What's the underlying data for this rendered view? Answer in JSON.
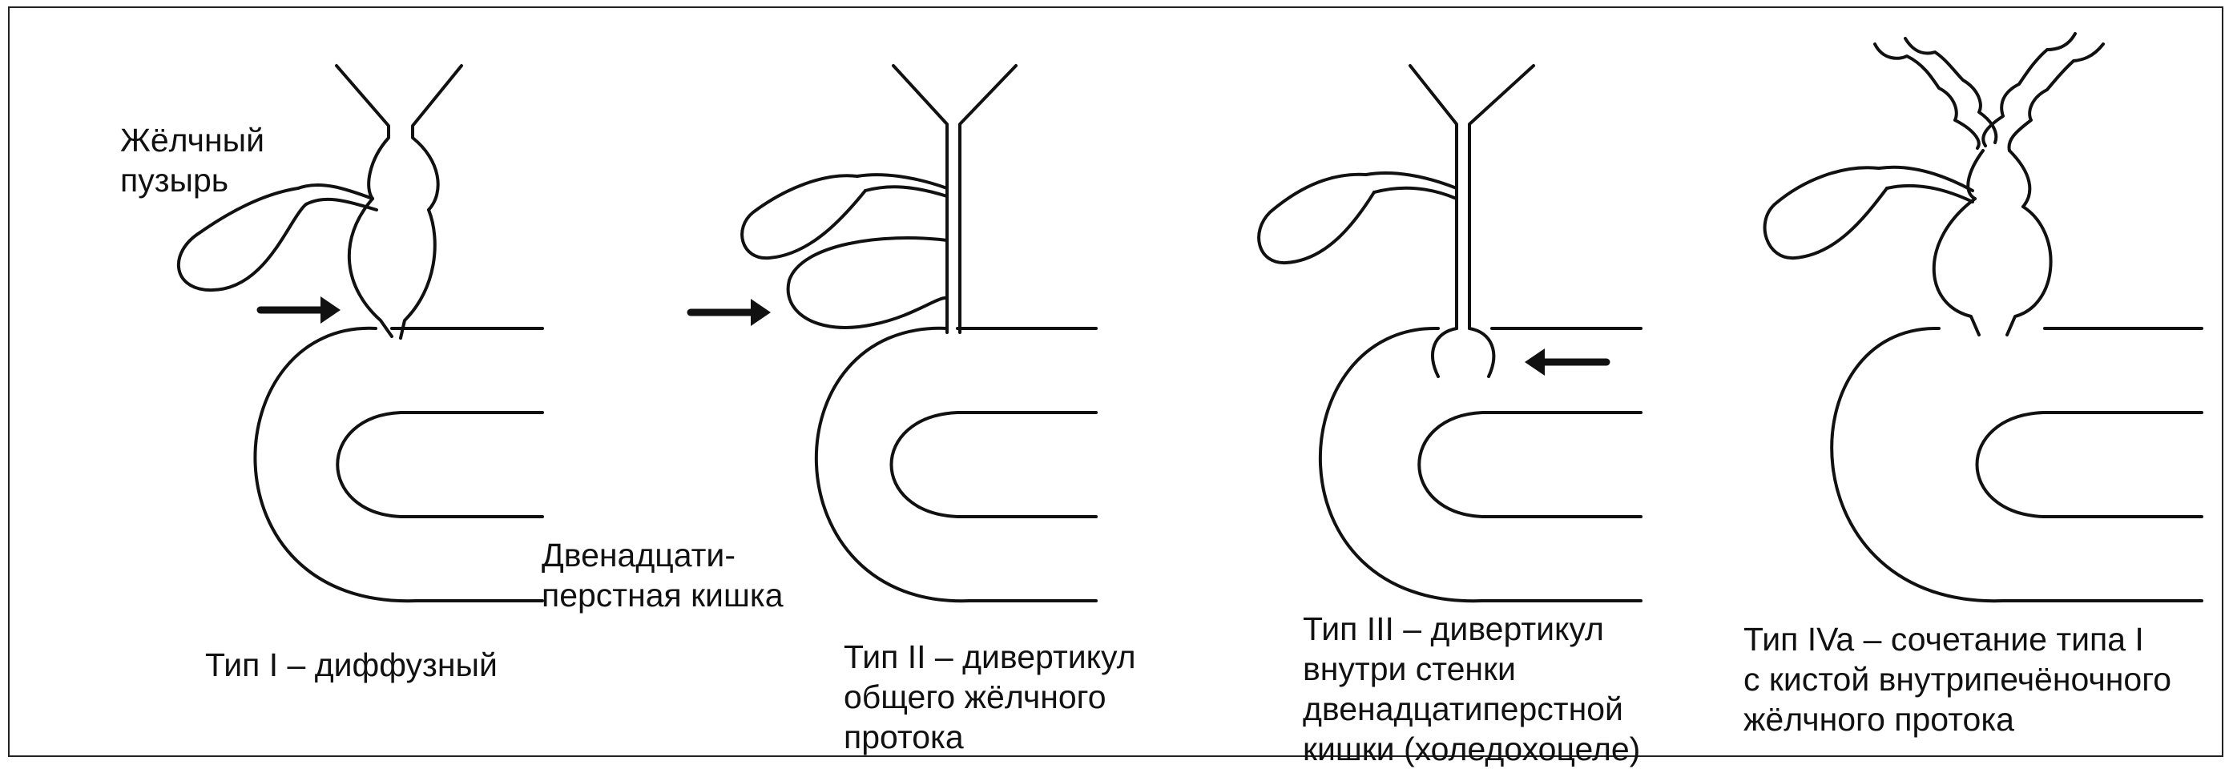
{
  "labels": {
    "gallbladder": [
      "Жёлчный",
      "пузырь"
    ],
    "duodenum": [
      "Двенадцати-",
      "перстная кишка"
    ]
  },
  "panels": [
    {
      "type": "Тип I",
      "caption": [
        "Тип  I – диффузный"
      ]
    },
    {
      "type": "Тип II",
      "caption": [
        "Тип II – дивертикул",
        "общего жёлчного",
        "протока"
      ]
    },
    {
      "type": "Тип III",
      "caption": [
        "Тип III – дивертикул",
        "внутри стенки",
        "двенадцатиперстной",
        "кишки (холедохоцеле)"
      ]
    },
    {
      "type": "Тип IVa",
      "caption": [
        "Тип  IVa – сочетание типа I",
        "с  кистой внутрипечёночного",
        "жёлчного протока"
      ]
    }
  ]
}
